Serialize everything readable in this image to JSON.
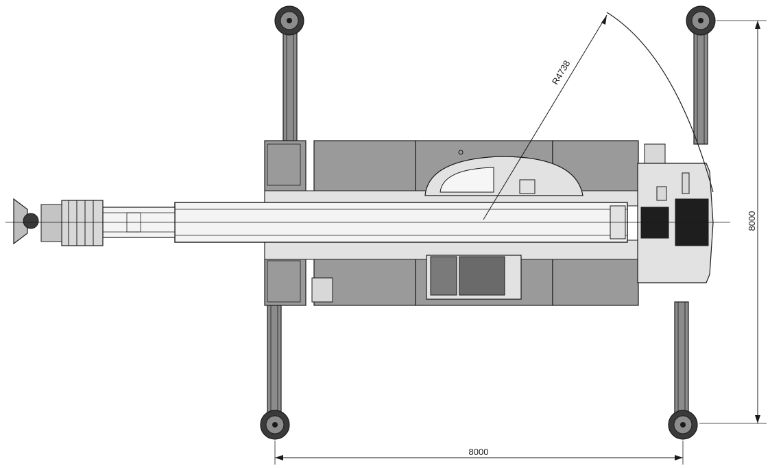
{
  "dimensions": {
    "width_label": "8000",
    "height_label": "8000",
    "radius_label": "R4738"
  },
  "colors": {
    "line": "#1a1a1a",
    "outrigger_beam": "#8c8c8c",
    "carrier_body": "#9a9a9a",
    "superstructure": "#e2e2e2",
    "boom": "#f4f4f4",
    "dark_block": "#1e1e1e",
    "pad": "#3a3a3a"
  }
}
